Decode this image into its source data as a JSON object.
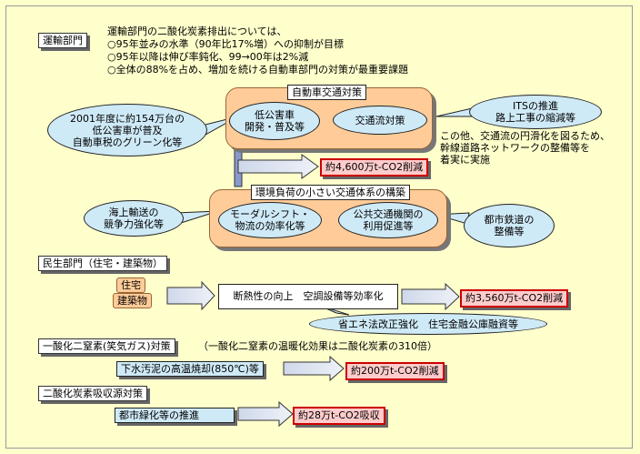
{
  "transport": {
    "header": "運輸部門",
    "intro": [
      "運輸部門の二酸化炭素排出については、",
      "○95年並みの水準（90年比17%増）への抑制が目標",
      "○95年以降は伸び率鈍化、99→00年は2%減",
      "○全体の88%を占め、増加を続ける自動車部門の対策が最重要課題"
    ],
    "auto_title": "自動車交通対策",
    "low_emission": "低公害車\n開発・普及等",
    "flow": "交通流対策",
    "left_note": "2001年度に約154万台の\n低公害車が普及\n自動車税のグリーン化等",
    "its_note": "ITSの推進\n路上工事の縮減等",
    "right_note": "この他、交通流の円滑化を図るため、\n幹線道路ネットワークの整備等を\n着実に実施",
    "result1": "約4,600万t-CO2削減",
    "system_title": "環境負荷の小さい交通体系の構築",
    "modal": "モーダルシフト・\n物流の効率化等",
    "public": "公共交通機関の\n利用促進等",
    "sea_note": "海上輸送の\n競争力強化等",
    "rail_note": "都市鉄道の\n整備等"
  },
  "civil": {
    "header": "民生部門（住宅・建築物）",
    "housing": "住宅",
    "building": "建築物",
    "measure": "断熱性の向上　空調設備等効率化",
    "result": "約3,560万t-CO2削減",
    "note": "省エネ法改正強化　住宅金融公庫融資等"
  },
  "n2o": {
    "header": "一酸化二窒素(笑気ガス)対策",
    "note": "（一酸化二窒素の温暖化効果は二酸化炭素の310倍）",
    "measure": "下水汚泥の高温焼却(850℃)等",
    "result": "約200万t-CO2削減"
  },
  "sink": {
    "header": "二酸化炭素吸収源対策",
    "measure": "都市緑化等の推進",
    "result": "約28万t-CO2吸収"
  },
  "colors": {
    "background": "#ffffcc",
    "orange": "#ffcc99",
    "light_blue": "#cfeaf7",
    "result_fill": "#ffcccc",
    "result_border": "#cc0000"
  }
}
